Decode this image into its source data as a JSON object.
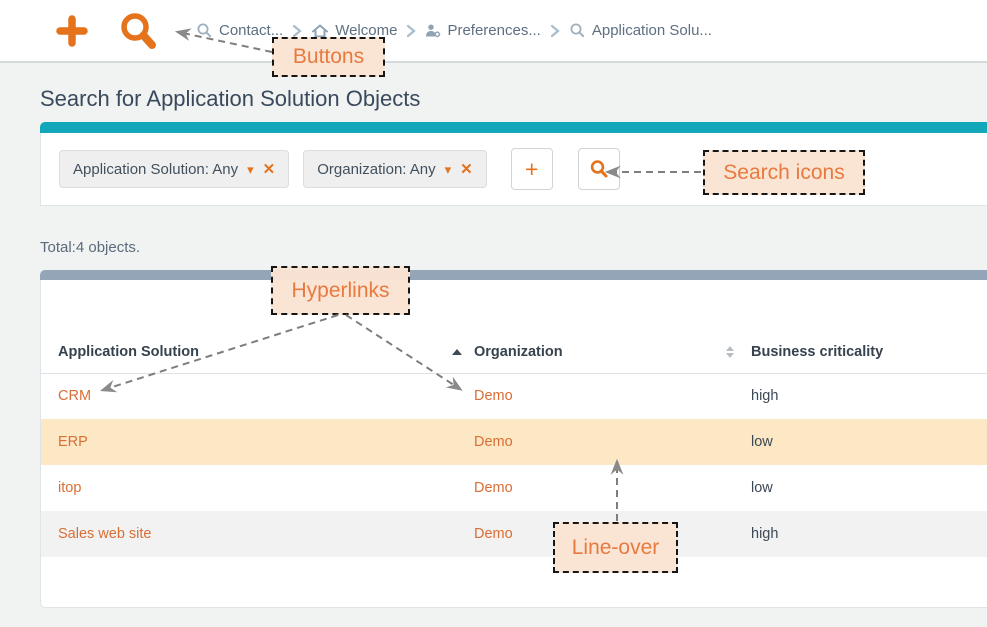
{
  "toolbar": {
    "breadcrumb": [
      {
        "icon": "search-icon",
        "label": "Contact..."
      },
      {
        "icon": "home-icon",
        "label": "Welcome"
      },
      {
        "icon": "user-gear-icon",
        "label": "Preferences..."
      },
      {
        "icon": "search-icon",
        "label": "Application Solu..."
      }
    ]
  },
  "page": {
    "title": "Search for Application Solution Objects"
  },
  "filters": {
    "chips": [
      {
        "label": "Application Solution: Any"
      },
      {
        "label": "Organization: Any"
      }
    ]
  },
  "icons": {
    "caret_down": "▾",
    "close": "✕",
    "plus": "+"
  },
  "summary": {
    "total": "Total:4 objects."
  },
  "table": {
    "columns": [
      {
        "label": "Application Solution",
        "sort": "none"
      },
      {
        "label": "Organization",
        "sort": "asc"
      },
      {
        "label": "Business criticality",
        "sort": "both"
      }
    ],
    "rows": [
      {
        "application_solution": "CRM",
        "organization": "Demo",
        "business_criticality": "high",
        "state": "normal"
      },
      {
        "application_solution": "ERP",
        "organization": "Demo",
        "business_criticality": "low",
        "state": "line-over-highlight"
      },
      {
        "application_solution": "itop",
        "organization": "Demo",
        "business_criticality": "low",
        "state": "normal"
      },
      {
        "application_solution": "Sales web site",
        "organization": "Demo",
        "business_criticality": "high",
        "state": "striped"
      }
    ]
  },
  "annotations": {
    "buttons": "Buttons",
    "search_icons": "Search icons",
    "hyperlinks": "Hyperlinks",
    "line_over": "Line-over"
  },
  "colors": {
    "accent_orange": "#e4731c",
    "link_orange": "#d96e35",
    "teal_bar": "#12a8ba",
    "panel_bar": "#93a5b7",
    "row_highlight": "#fce8c5",
    "row_stripe": "#f2f2f2",
    "annotation_bg": "#fae3d3",
    "annotation_text": "#e87a40"
  }
}
